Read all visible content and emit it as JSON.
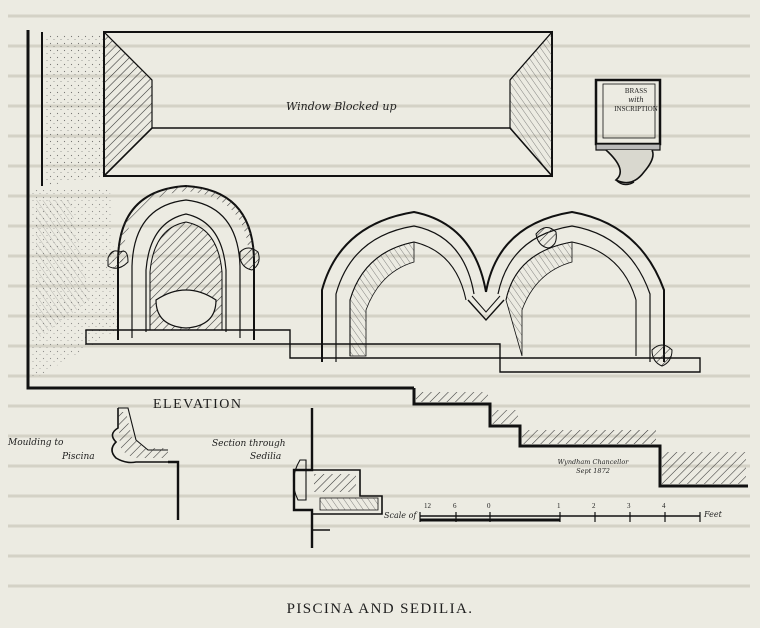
{
  "labels": {
    "window": "Window Blocked up",
    "brass_line1": "BRASS",
    "brass_line2": "with",
    "brass_line3": "INSCRIPTION",
    "elevation": "ELEVATION",
    "moulding_line1": "Moulding to",
    "moulding_line2": "Piscina",
    "section_line1": "Section through",
    "section_line2": "Sedilia",
    "signature_line1": "Wyndham Chancellor",
    "signature_line2": "Sept 1872",
    "scale_prefix": "Scale of",
    "scale_unit": "Feet",
    "scale_ticks": [
      "12",
      "6",
      "0",
      "1",
      "2",
      "3",
      "4"
    ]
  },
  "caption": "PISCINA AND SEDILIA."
}
